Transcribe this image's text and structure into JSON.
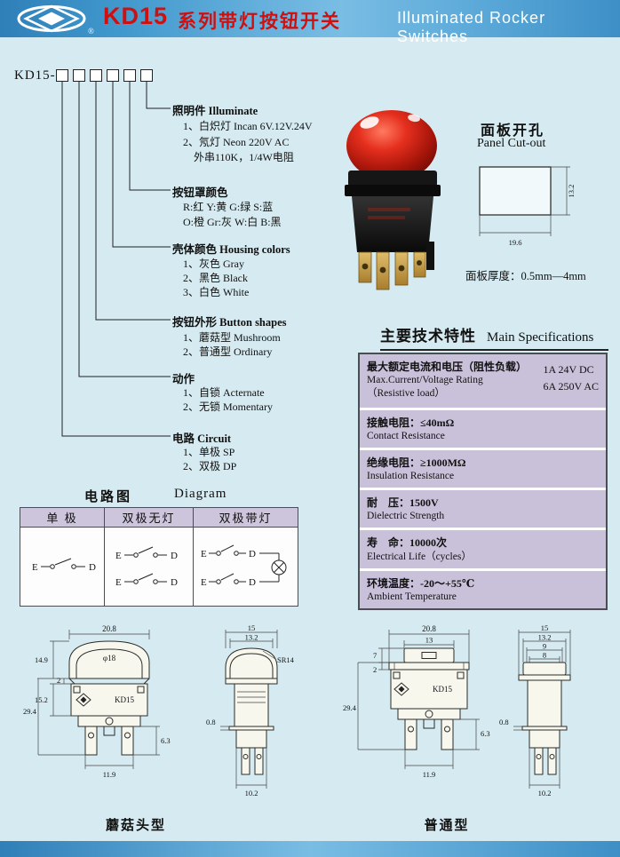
{
  "header": {
    "model": "KD15",
    "title_cn": "系列带灯按钮开关",
    "title_en": "Illuminated Rocker Switches",
    "reg_mark": "®"
  },
  "ordering": {
    "prefix": "KD15-",
    "groups": [
      {
        "title": "照明件 Illuminate",
        "lines": [
          "1、白炽灯 Incan 6V.12V.24V",
          "2、氖灯 Neon 220V AC",
          "外串110K，1/4W电阻"
        ]
      },
      {
        "title": "按钮罩颜色",
        "lines": [
          "R:红  Y:黄  G:绿  S:蓝",
          "O:橙  Gr:灰  W:白  B:黑"
        ]
      },
      {
        "title": "壳体颜色 Housing colors",
        "lines": [
          "1、灰色 Gray",
          "2、黑色 Black",
          "3、白色 White"
        ]
      },
      {
        "title": "按钮外形 Button shapes",
        "lines": [
          "1、蘑菇型 Mushroom",
          "2、普通型 Ordinary"
        ]
      },
      {
        "title": "动作",
        "lines": [
          "1、自锁 Acternate",
          "2、无锁 Momentary"
        ]
      },
      {
        "title": "电路 Circuit",
        "lines": [
          "1、单极 SP",
          "2、双极 DP"
        ]
      }
    ]
  },
  "panel_cutout": {
    "title_cn": "面板开孔",
    "title_en": "Panel Cut-out",
    "dim_width": "19.6",
    "dim_height": "13.2",
    "thickness_note": "面板厚度：0.5mm—4mm"
  },
  "specs": {
    "title_cn": "主要技术特性",
    "title_en": "Main Specifications",
    "rows": [
      {
        "cn": "最大额定电流和电压（阻性负载）",
        "en": "Max.Current/Voltage Rating",
        "en2": "（Resistive load）",
        "val1": "1A 24V DC",
        "val2": "6A 250V AC"
      },
      {
        "cn": "接触电阻：≤40mΩ",
        "en": "Contact Resistance"
      },
      {
        "cn": "绝缘电阻：≥1000MΩ",
        "en": "Insulation Resistance"
      },
      {
        "cn": "耐　压：1500V",
        "en": "Dielectric Strength"
      },
      {
        "cn": "寿　命：10000次",
        "en": "Electrical Life（cycles）"
      },
      {
        "cn": "环境温度：-20～+55℃",
        "en": "Ambient Temperature"
      }
    ]
  },
  "diagram": {
    "title_cn": "电路图",
    "title_en": "Diagram",
    "columns": [
      "单 极",
      "双极无灯",
      "双极带灯"
    ],
    "term_e": "E",
    "term_d": "D"
  },
  "drawings": {
    "mushroom": {
      "caption": "蘑菇头型",
      "front": {
        "label": "KD15",
        "top_w": "20.8",
        "cap_d": "φ18",
        "cap_h": "14.9",
        "step_h": "2",
        "body_h": "15.2",
        "total_h": "29.4",
        "term_h": "6.3",
        "bot_w": "11.9"
      },
      "side": {
        "top_w": "15",
        "cap_w": "13.2",
        "radius": "SR14",
        "plate_t": "0.8",
        "bot_w": "10.2"
      }
    },
    "ordinary": {
      "caption": "普通型",
      "front": {
        "label": "KD15",
        "top_w": "20.8",
        "btn_w": "13",
        "btn_h": "7",
        "step_h": "2",
        "total_h": "29.4",
        "term_h": "6.3",
        "bot_w": "11.9"
      },
      "side": {
        "top_w": "15",
        "cap_w": "13.2",
        "step_w9": "9",
        "step_w8": "8",
        "plate_t": "0.8",
        "bot_w": "10.2"
      }
    }
  }
}
